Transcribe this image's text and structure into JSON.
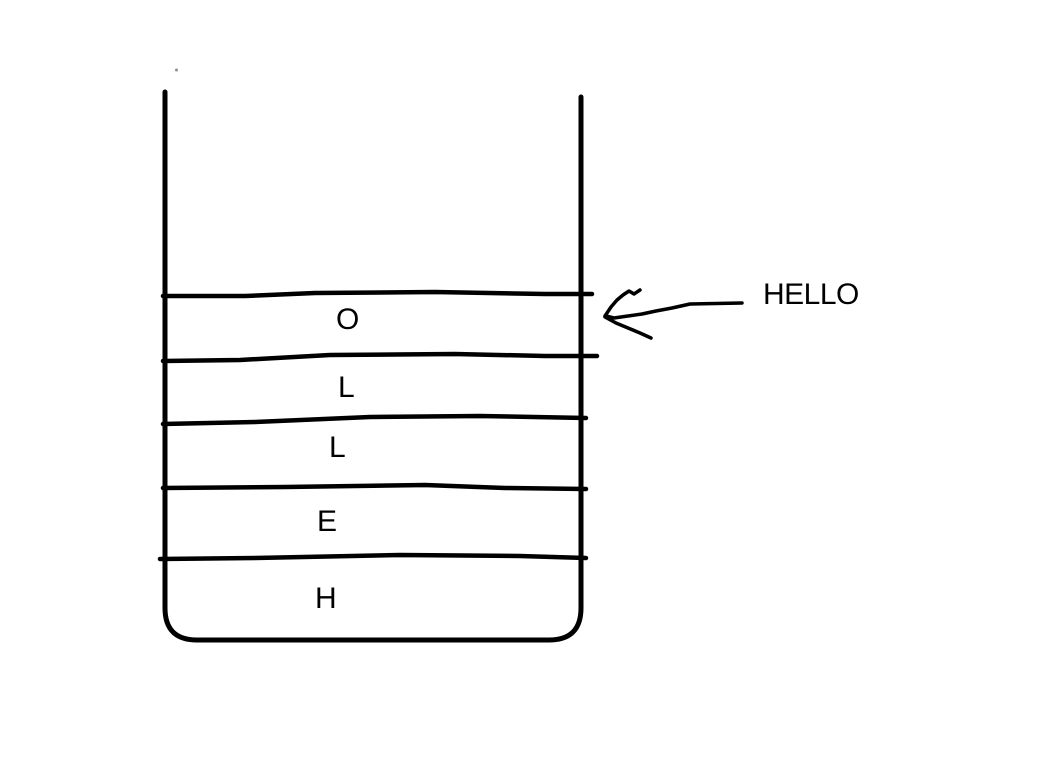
{
  "stack": {
    "items_top_to_bottom": [
      "O",
      "L",
      "L",
      "E",
      "H"
    ]
  },
  "annotation": {
    "label": "HELLO"
  },
  "icons": {
    "pointer": "left-arrow"
  },
  "colors": {
    "ink": "#000000",
    "background": "#ffffff"
  }
}
